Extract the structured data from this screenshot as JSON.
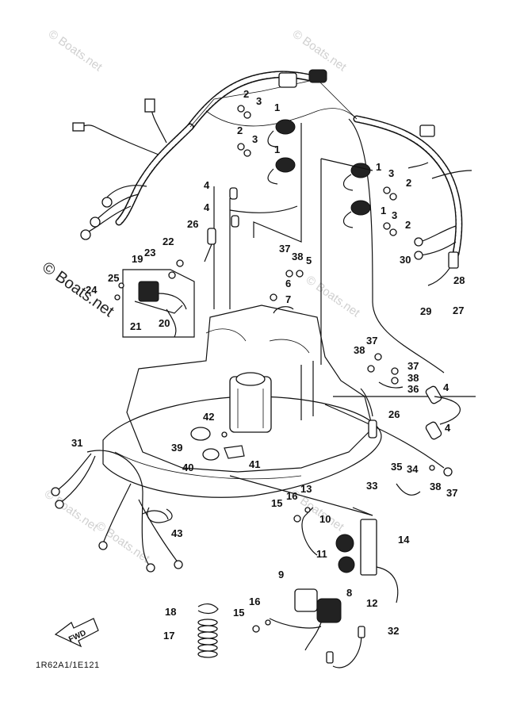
{
  "watermarks": [
    "© Boats.net",
    "© Boats.net",
    "© Boats.net",
    "© Boats.net",
    "© Boats.net",
    "© Boats.net"
  ],
  "big_watermark": "© Boats.net",
  "direction_arrow": "FWD",
  "diagram_code": "1R62A1/1E121",
  "callouts": [
    {
      "num": "1"
    },
    {
      "num": "2"
    },
    {
      "num": "3"
    },
    {
      "num": "1"
    },
    {
      "num": "2"
    },
    {
      "num": "3"
    },
    {
      "num": "1"
    },
    {
      "num": "3"
    },
    {
      "num": "2"
    },
    {
      "num": "1"
    },
    {
      "num": "3"
    },
    {
      "num": "2"
    },
    {
      "num": "4"
    },
    {
      "num": "4"
    },
    {
      "num": "26"
    },
    {
      "num": "22"
    },
    {
      "num": "23"
    },
    {
      "num": "19"
    },
    {
      "num": "25"
    },
    {
      "num": "24"
    },
    {
      "num": "21"
    },
    {
      "num": "20"
    },
    {
      "num": "37"
    },
    {
      "num": "38"
    },
    {
      "num": "5"
    },
    {
      "num": "6"
    },
    {
      "num": "7"
    },
    {
      "num": "30"
    },
    {
      "num": "28"
    },
    {
      "num": "29"
    },
    {
      "num": "27"
    },
    {
      "num": "37"
    },
    {
      "num": "38"
    },
    {
      "num": "37"
    },
    {
      "num": "38"
    },
    {
      "num": "36"
    },
    {
      "num": "4"
    },
    {
      "num": "26"
    },
    {
      "num": "4"
    },
    {
      "num": "42"
    },
    {
      "num": "39"
    },
    {
      "num": "40"
    },
    {
      "num": "41"
    },
    {
      "num": "31"
    },
    {
      "num": "35"
    },
    {
      "num": "34"
    },
    {
      "num": "33"
    },
    {
      "num": "38"
    },
    {
      "num": "37"
    },
    {
      "num": "13"
    },
    {
      "num": "15"
    },
    {
      "num": "16"
    },
    {
      "num": "10"
    },
    {
      "num": "14"
    },
    {
      "num": "11"
    },
    {
      "num": "43"
    },
    {
      "num": "9"
    },
    {
      "num": "8"
    },
    {
      "num": "12"
    },
    {
      "num": "18"
    },
    {
      "num": "16"
    },
    {
      "num": "15"
    },
    {
      "num": "32"
    },
    {
      "num": "17"
    }
  ]
}
